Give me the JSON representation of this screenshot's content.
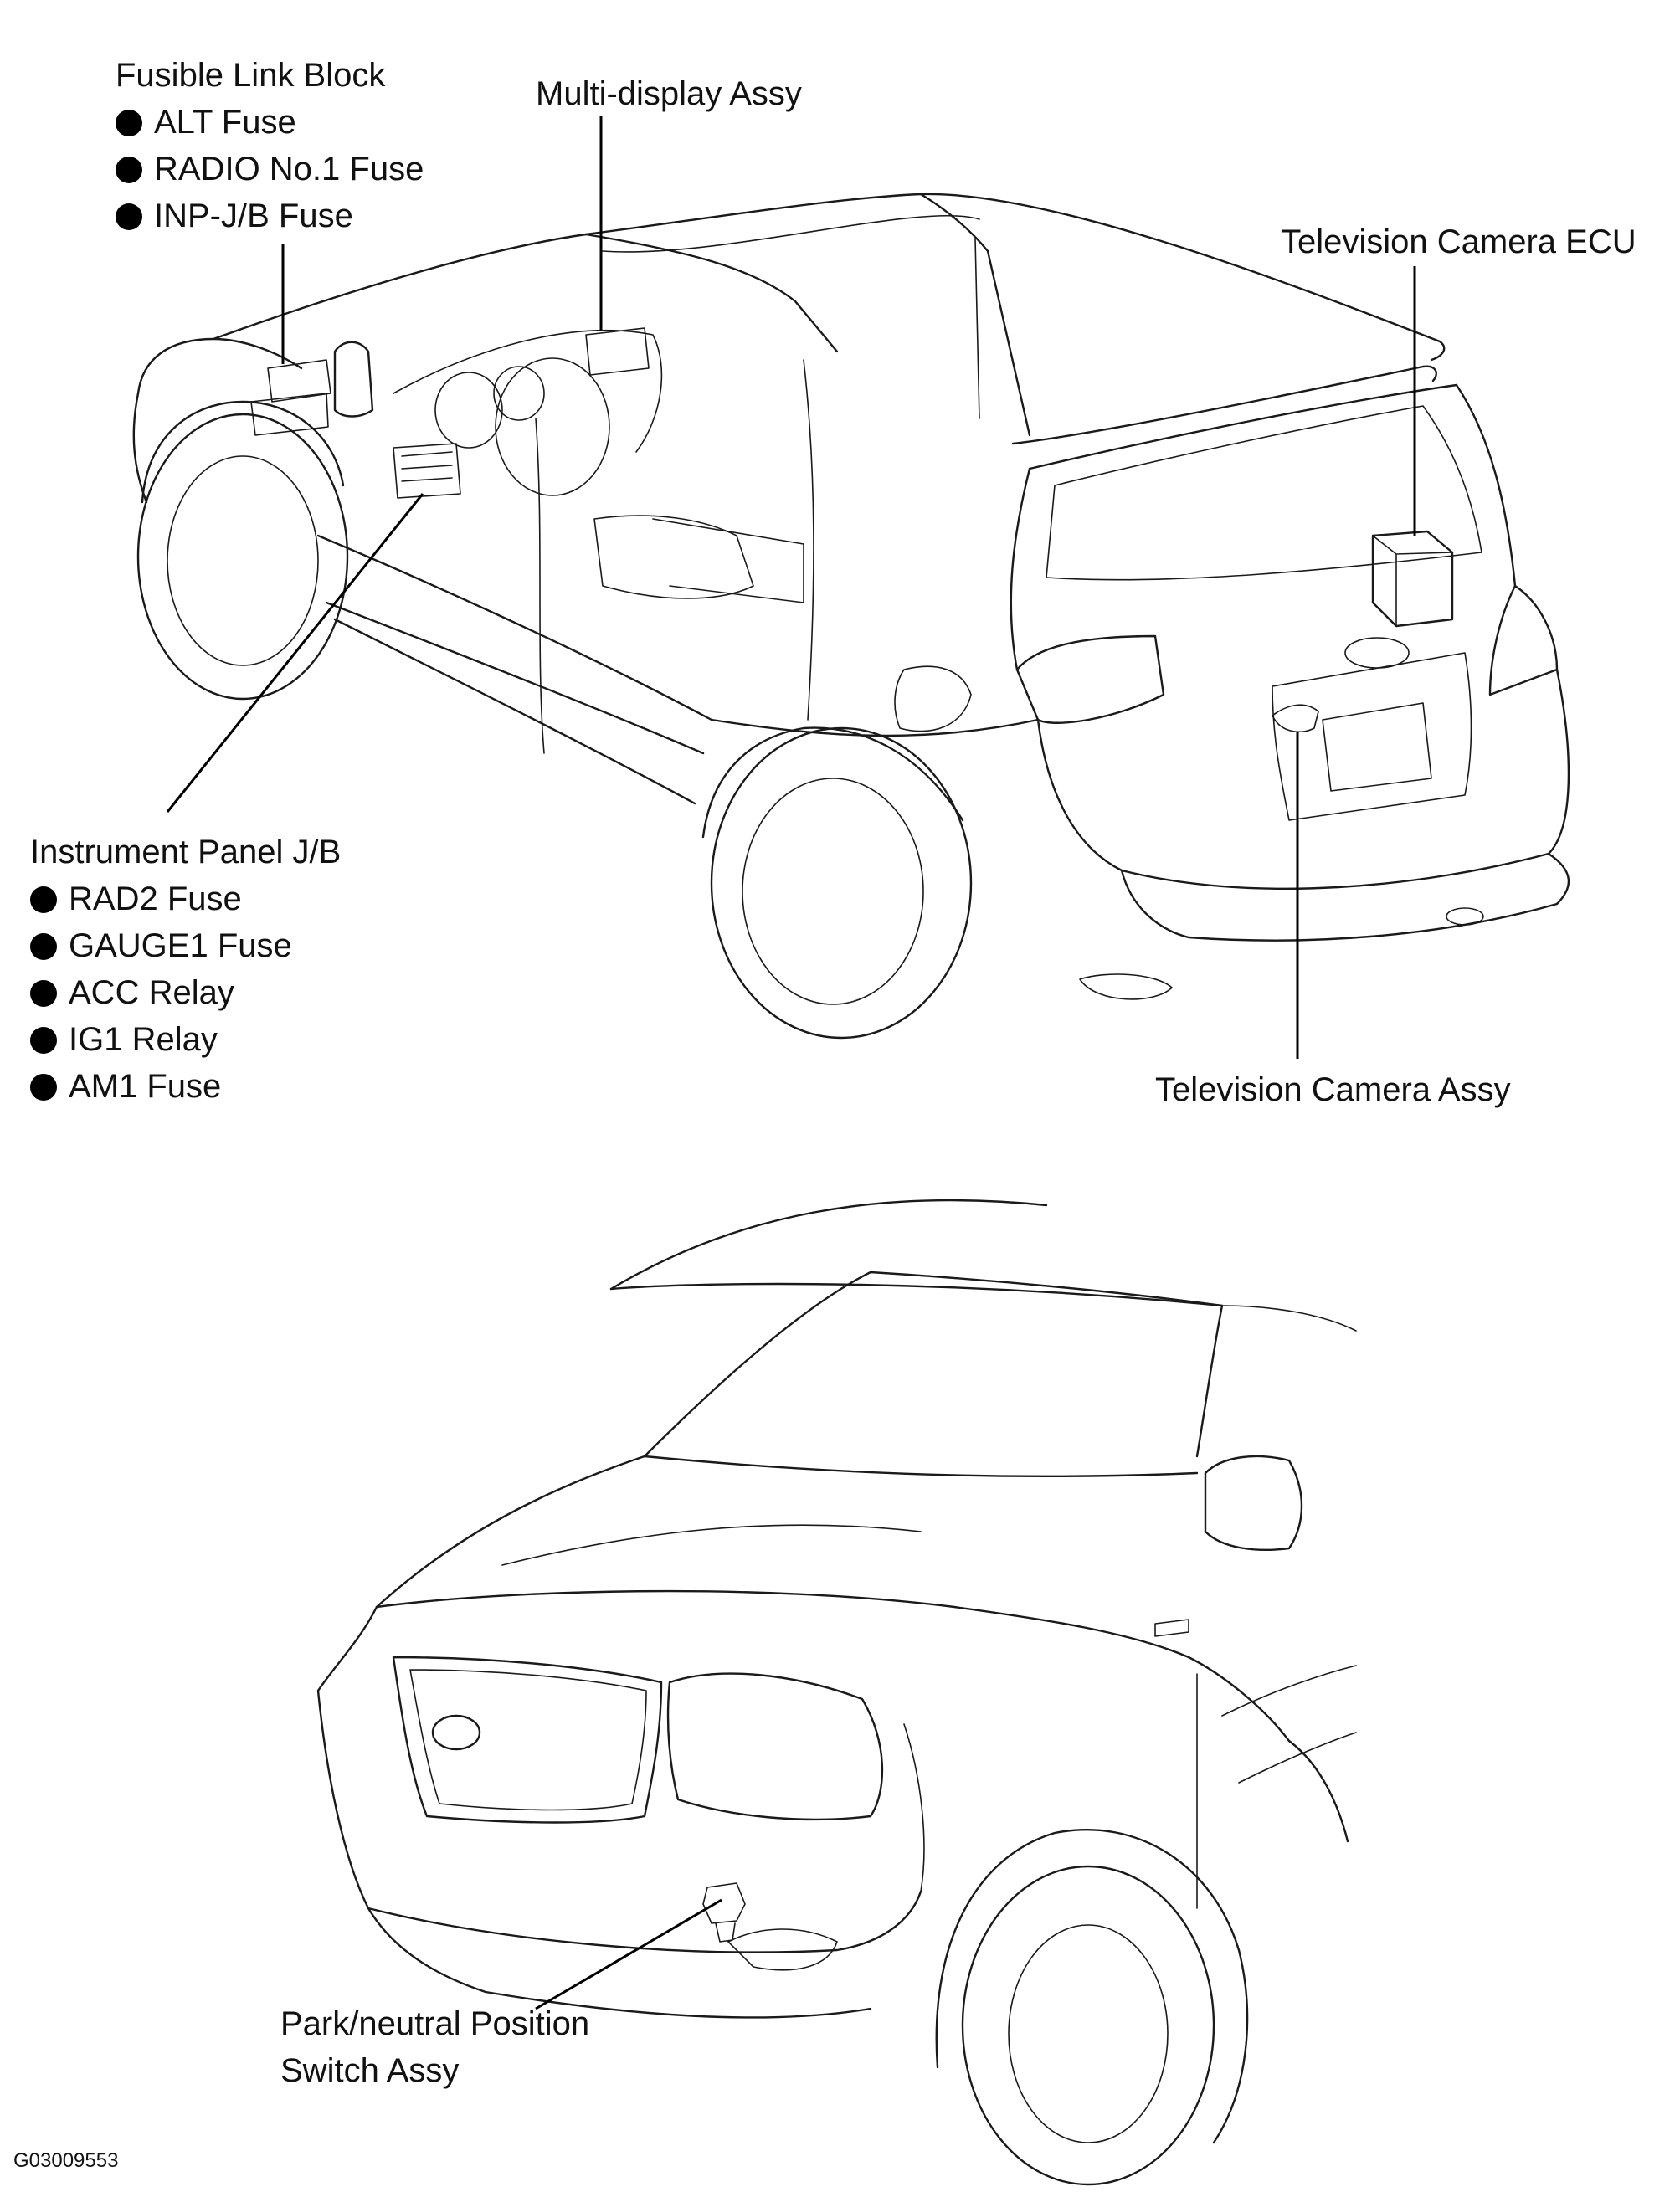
{
  "top_view": {
    "fusible_link_block": {
      "title": "Fusible Link Block",
      "items": [
        "ALT Fuse",
        "RADIO No.1 Fuse",
        "INP-J/B Fuse"
      ]
    },
    "multi_display": {
      "label": "Multi-display  Assy"
    },
    "tv_camera_ecu": {
      "label": "Television Camera ECU"
    },
    "instrument_panel_jb": {
      "title": "Instrument Panel J/B",
      "items": [
        "RAD2 Fuse",
        "GAUGE1 Fuse",
        "ACC Relay",
        "IG1 Relay",
        "AM1 Fuse"
      ]
    },
    "tv_camera_assy": {
      "label": "Television Camera Assy"
    }
  },
  "bottom_view": {
    "park_neutral": {
      "line1": "Park/neutral  Position",
      "line2": "Switch Assy"
    }
  },
  "figure_id": "G03009553"
}
